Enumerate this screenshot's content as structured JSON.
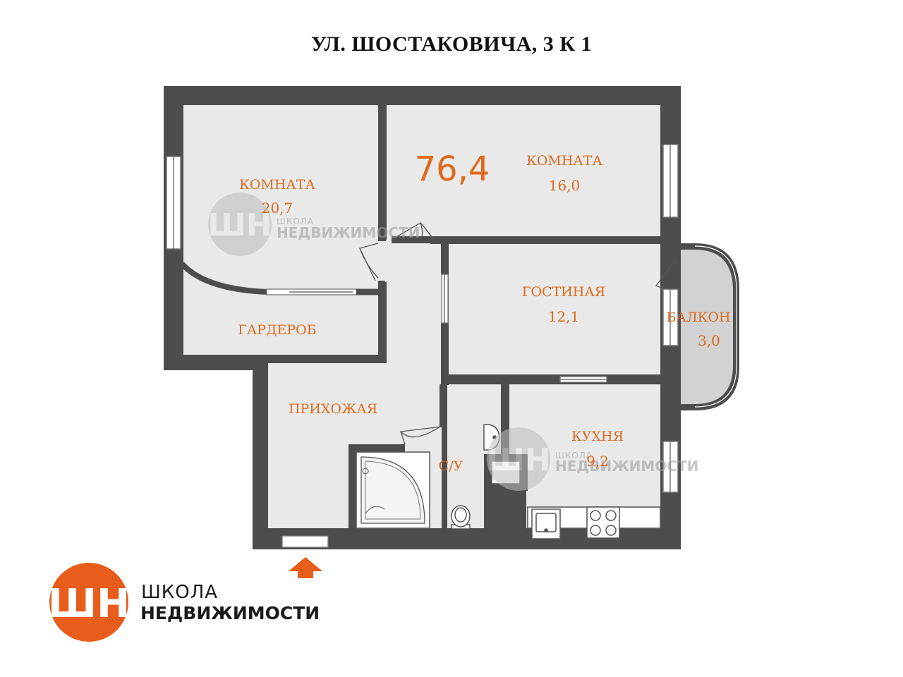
{
  "title": "УЛ. ШОСТАКОВИЧА, 3 К 1",
  "total_area": "76,4",
  "colors": {
    "label": "#e06a1c",
    "wall": "#4d4d4d",
    "floor": "#e9e9e9",
    "balcony": "#d2d2d2",
    "brand": "#e85d1c"
  },
  "rooms": {
    "room1": {
      "label": "КОМНАТА",
      "area": "20,7"
    },
    "room2": {
      "label": "КОМНАТА",
      "area": "16,0"
    },
    "living": {
      "label": "ГОСТИНАЯ",
      "area": "12,1"
    },
    "balcony": {
      "label": "БАЛКОН",
      "area": "3,0"
    },
    "wardrobe": {
      "label": "ГАРДЕРОБ"
    },
    "hall": {
      "label": "ПРИХОЖАЯ"
    },
    "bath": {
      "label": "С/У"
    },
    "kitchen": {
      "label": "КУХНЯ",
      "area": "9,2"
    }
  },
  "logo": {
    "monogram": "ШН",
    "line1": "ШКОЛА",
    "line2": "НЕДВИЖИМОСТИ"
  },
  "icons": {
    "entrance": "entrance-arrow-icon",
    "bathtub": "corner-bathtub-icon",
    "toilet": "toilet-icon",
    "washbasin": "washbasin-icon",
    "sink": "kitchen-sink-icon",
    "stove": "stove-icon"
  }
}
